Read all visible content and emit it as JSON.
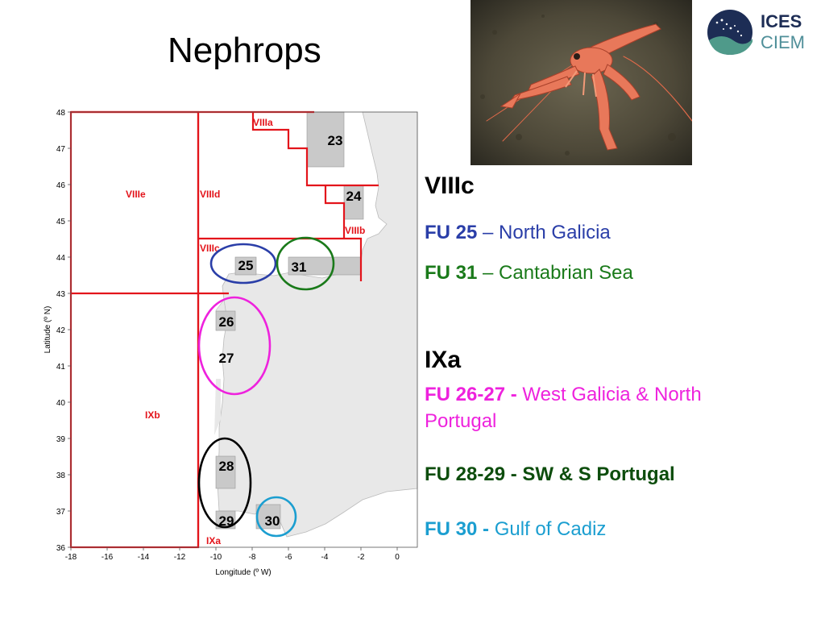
{
  "title": "Nephrops",
  "logo": {
    "line1": "ICES",
    "line2": "CIEM"
  },
  "colors": {
    "red": "#e3141b",
    "blue": "#2a3ea8",
    "green": "#1a7a1a",
    "magenta": "#ee22dd",
    "black": "#000000",
    "cyan": "#1b9ed0",
    "dark_green": "#0d4d0d"
  },
  "map": {
    "xlabel": "Longitude (º W)",
    "ylabel": "Latitude (º N)",
    "x_ticks": [
      "-18",
      "-16",
      "-14",
      "-12",
      "-10",
      "-8",
      "-6",
      "-4",
      "-2",
      "0"
    ],
    "y_ticks": [
      "48",
      "47",
      "46",
      "45",
      "44",
      "43",
      "42",
      "41",
      "40",
      "39",
      "38",
      "37",
      "36"
    ],
    "areas": [
      "VIIIa",
      "VIIIb",
      "VIIIc",
      "VIIId",
      "VIIIe",
      "IXa",
      "IXb"
    ],
    "fu_labels": [
      "23",
      "24",
      "25",
      "26",
      "27",
      "28",
      "29",
      "30",
      "31"
    ]
  },
  "sections": {
    "viiic": {
      "heading": "VIIIc",
      "fu25": {
        "code": "FU 25",
        "desc": " – North Galicia"
      },
      "fu31": {
        "code": "FU 31",
        "desc": " – Cantabrian Sea"
      }
    },
    "ixa": {
      "heading": "IXa",
      "fu2627": {
        "code": "FU 26-27 - ",
        "desc": "West Galicia & North",
        "desc2": "Portugal"
      },
      "fu2829": {
        "text": "FU 28-29 - SW & S Portugal"
      },
      "fu30": {
        "code": "FU 30 - ",
        "desc": "Gulf of Cadiz"
      }
    }
  }
}
